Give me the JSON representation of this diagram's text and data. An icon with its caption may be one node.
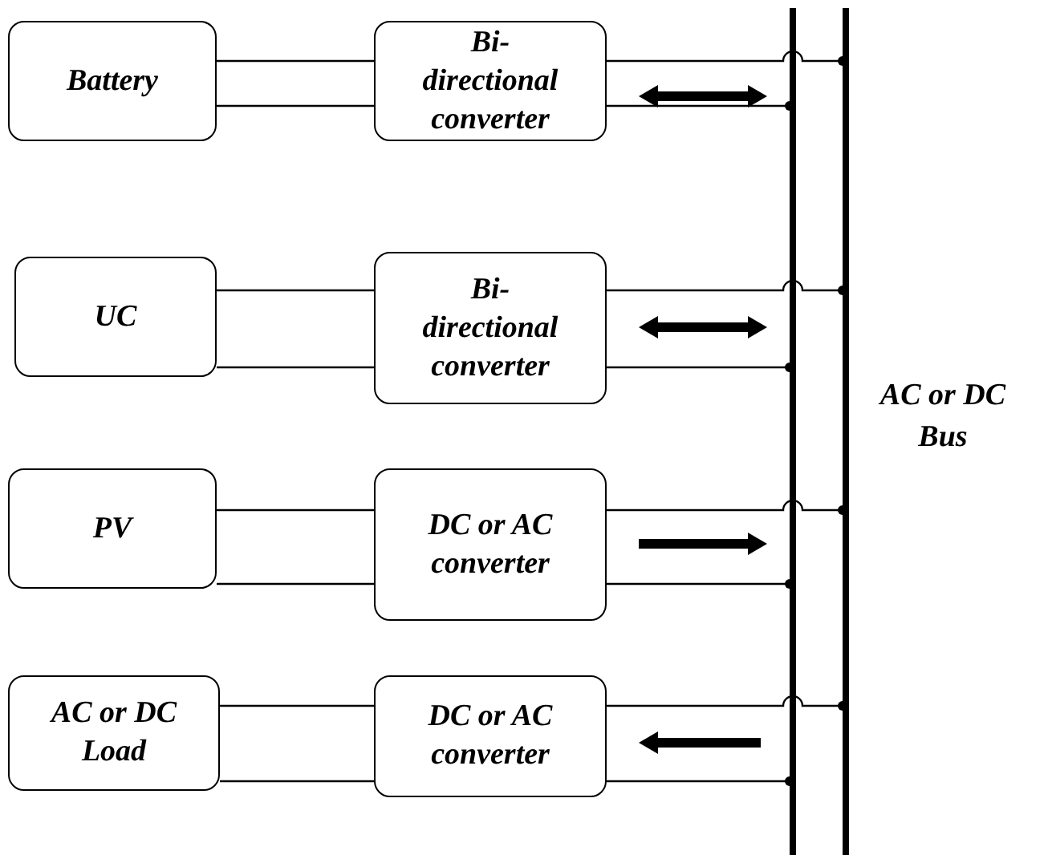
{
  "diagram": {
    "nodes": [
      {
        "text": [
          "Battery"
        ]
      },
      {
        "text": [
          "Bi- directional converter"
        ]
      },
      {
        "text": [
          "UC"
        ]
      },
      {
        "text": [
          "Bi- directional converter"
        ]
      },
      {
        "text": [
          "PV"
        ]
      },
      {
        "text": [
          "DC or AC converter"
        ]
      },
      {
        "text": [
          "AC or DC Load"
        ]
      },
      {
        "text": [
          "DC or AC converter"
        ]
      },
      {
        "text": [],
        "shape": "bar"
      },
      {
        "text": [],
        "shape": "bar",
        "beside": [
          "AC or DC Bus"
        ]
      }
    ],
    "edges": [
      {
        "from": 0,
        "to": 1,
        "arrow": "none"
      },
      {
        "from": 0,
        "to": 1,
        "arrow": "none"
      },
      {
        "from": 1,
        "to": 9,
        "arrow": "other"
      },
      {
        "from": 1,
        "to": 8,
        "arrow": "other"
      },
      {
        "from": 2,
        "to": 3,
        "arrow": "none"
      },
      {
        "from": 2,
        "to": 3,
        "arrow": "none"
      },
      {
        "from": 3,
        "to": 9,
        "arrow": "other"
      },
      {
        "from": 3,
        "to": 8,
        "arrow": "other"
      },
      {
        "from": 4,
        "to": 5,
        "arrow": "none"
      },
      {
        "from": 4,
        "to": 5,
        "arrow": "none"
      },
      {
        "from": 5,
        "to": 9,
        "arrow": "other"
      },
      {
        "from": 5,
        "to": 8,
        "arrow": "other"
      },
      {
        "from": 6,
        "to": 7,
        "arrow": "none"
      },
      {
        "from": 6,
        "to": 7,
        "arrow": "none"
      },
      {
        "from": 7,
        "to": 9,
        "arrow": "other"
      },
      {
        "from": 7,
        "to": 8,
        "arrow": "other"
      },
      {
        "from": 1,
        "to": 8,
        "arrow": "both",
        "style": "thick"
      },
      {
        "from": 3,
        "to": 8,
        "arrow": "both",
        "style": "thick"
      },
      {
        "from": 5,
        "to": 8,
        "arrow": "to",
        "style": "thick"
      },
      {
        "from": 8,
        "to": 7,
        "arrow": "to",
        "style": "thick"
      }
    ]
  }
}
